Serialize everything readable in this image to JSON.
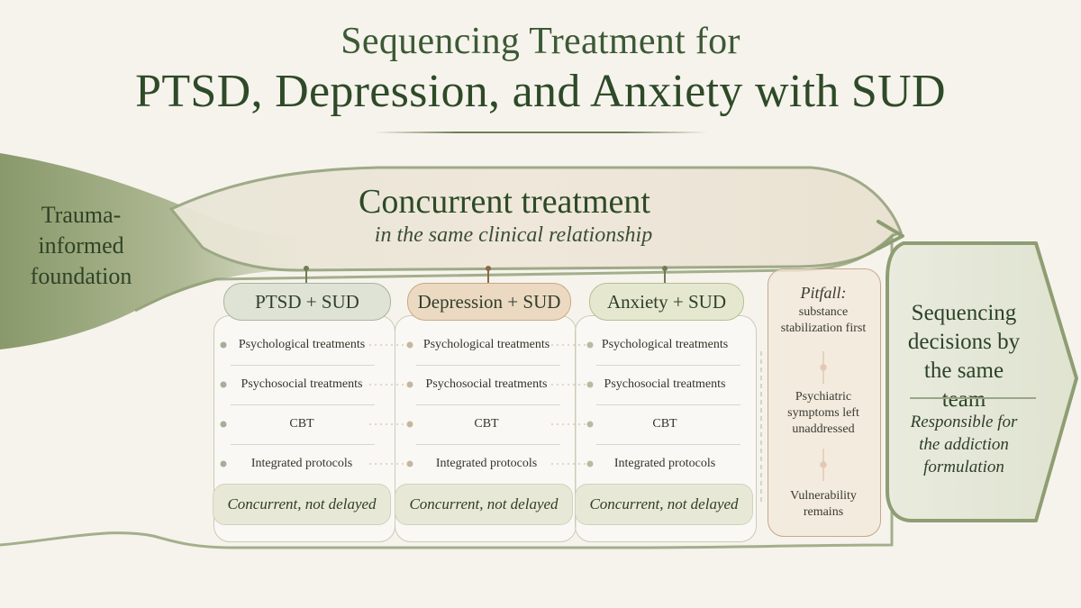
{
  "title": {
    "line1": "Sequencing Treatment for",
    "line2": "PTSD, Depression, and Anxiety with SUD"
  },
  "foundation": {
    "line1": "Trauma-",
    "line2": "informed",
    "line3": "foundation"
  },
  "concurrent": {
    "heading": "Concurrent treatment",
    "subheading": "in the same clinical relationship"
  },
  "columns": [
    {
      "header": "PTSD + SUD",
      "rows": [
        "Psychological treatments",
        "Psychosocial treatments",
        "CBT",
        "Integrated protocols"
      ],
      "footer": "Concurrent, not delayed"
    },
    {
      "header": "Depression + SUD",
      "rows": [
        "Psychological treatments",
        "Psychosocial treatments",
        "CBT",
        "Integrated protocols"
      ],
      "footer": "Concurrent, not delayed"
    },
    {
      "header": "Anxiety + SUD",
      "rows": [
        "Psychological treatments",
        "Psychosocial treatments",
        "CBT",
        "Integrated protocols"
      ],
      "footer": "Concurrent, not delayed"
    }
  ],
  "pitfall": {
    "label": "Pitfall:",
    "step1": "substance stabilization first",
    "step2": "Psychiatric symptoms left unaddressed",
    "step3": "Vulnerability remains"
  },
  "outcome": {
    "title": "Sequencing decisions by the same team",
    "subtitle": "Responsible for the addiction formulation"
  },
  "colors": {
    "background": "#f6f3ec",
    "sage": "#8a9a6e",
    "ptsd_pill": "#dfe3d6",
    "depression_pill": "#ecd9c2",
    "anxiety_pill": "#e5e8cf",
    "pitfall_accent": "#b5703d",
    "title_green": "#2e4a28"
  }
}
